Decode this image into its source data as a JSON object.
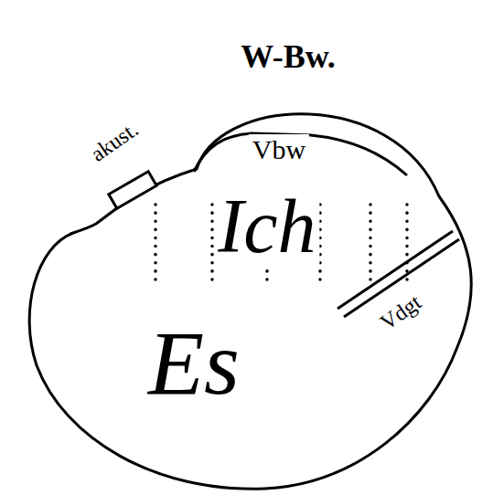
{
  "diagram": {
    "title": "W-Bw.",
    "nodes": [
      {
        "text": [
          "Ich",
          "Es"
        ]
      },
      {
        "text": [
          "Vbw"
        ],
        "in": 0
      },
      {
        "text": [
          "akust."
        ]
      }
    ],
    "labels": [
      "Vdgt"
    ]
  }
}
